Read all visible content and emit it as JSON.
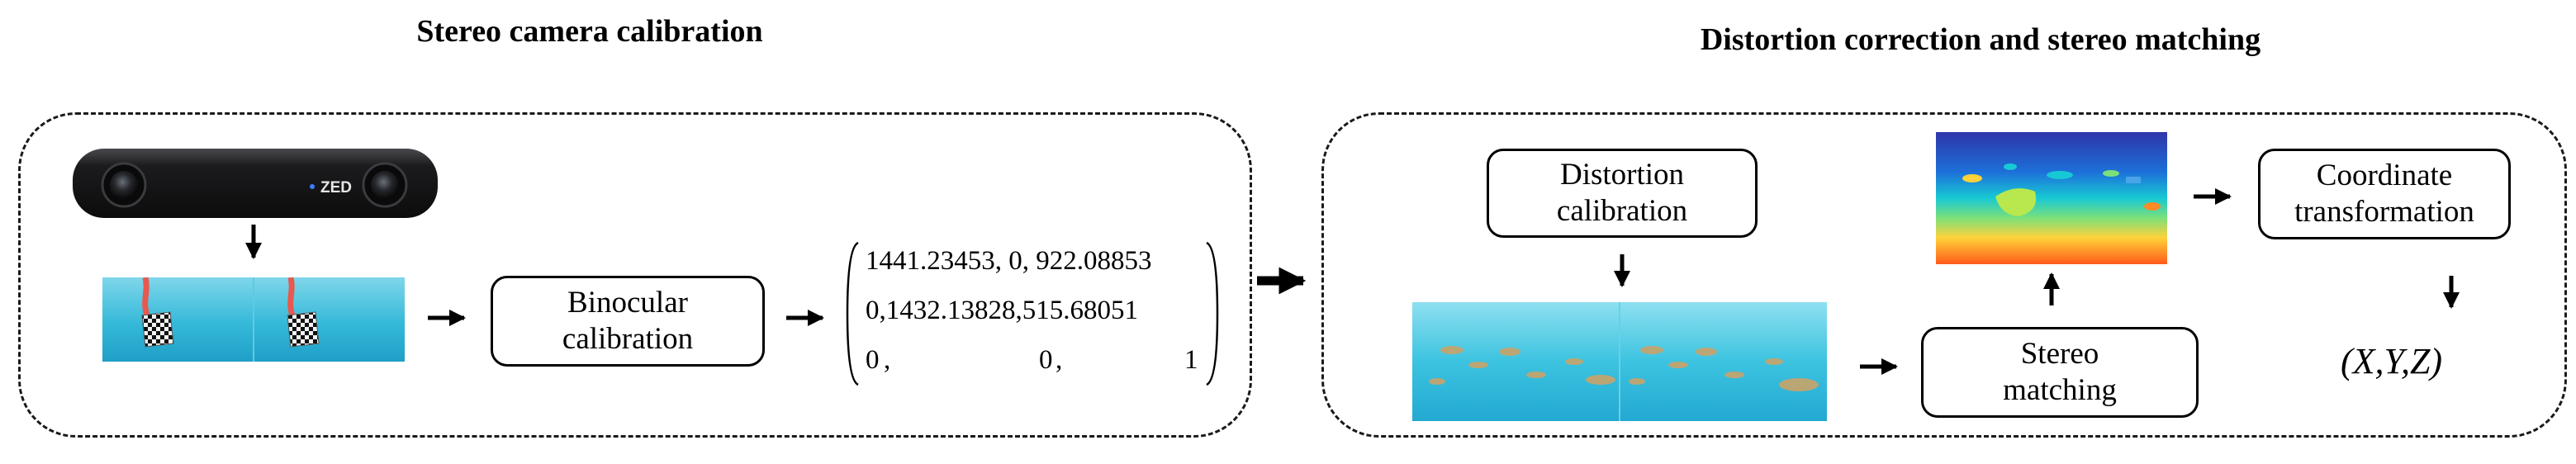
{
  "left_section": {
    "title": "Stereo camera calibration",
    "camera_brand": "ZED",
    "binocular_node": [
      "Binocular",
      "calibration"
    ],
    "matrix_rows": [
      [
        "1441.23453",
        ",",
        "0",
        ",",
        "922.08853"
      ],
      [
        "0",
        ",",
        "1432.13828",
        ",",
        "515.68051"
      ],
      [
        "0",
        ",",
        "0",
        ",",
        "1"
      ]
    ]
  },
  "right_section": {
    "title": "Distortion correction and stereo matching",
    "distortion_node": [
      "Distortion",
      "calibration"
    ],
    "stereo_node": [
      "Stereo",
      "matching"
    ],
    "coordinate_node": [
      "Coordinate",
      "transformation"
    ],
    "coords_output": "(X,Y,Z)"
  },
  "colors": {
    "water": "#35b9d9",
    "camera_body": "#1b1b1d",
    "depth_far": "#2f35a8",
    "depth_near": "#ff5a1a"
  }
}
